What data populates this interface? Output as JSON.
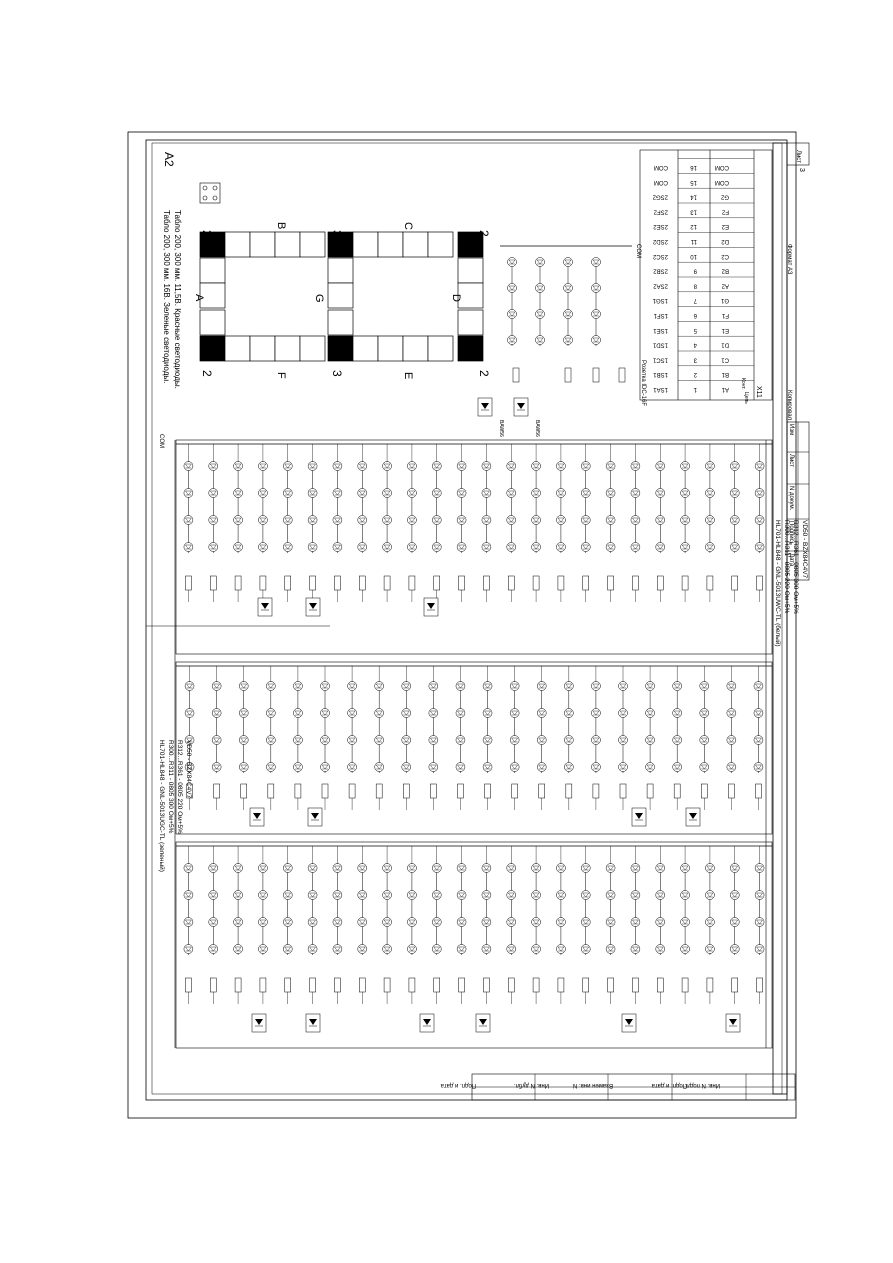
{
  "sheet": {
    "format_label": "A2",
    "page_label": "Лист",
    "page_number": "3",
    "format_note": "Формат A3",
    "copied_label": "Копировал",
    "title_cols": [
      "Изм",
      "Лист",
      "N докум.",
      "Подпись",
      "Дата"
    ],
    "side_stamp": [
      "Подп. и дата",
      "Инв. N дубл.",
      "Взамен инв. N",
      "Подп. и дата",
      "Инв. N подл."
    ]
  },
  "panel_notes": {
    "line1": "Табло 200, 300 мм. 16В. Зеленые светодиоды.",
    "line2": "Табло 200, 300 мм. 11,5В. Красные светодиоды."
  },
  "segment_labels": [
    "A",
    "B",
    "C",
    "D",
    "E",
    "F",
    "G"
  ],
  "digit_labels": [
    "2",
    "3",
    "2",
    "2",
    "3",
    "2"
  ],
  "legend": {
    "green": [
      "HL701-HL848 - GNL-5013UGC-TL (зеленый)",
      "R300...R311 - 0805 300 Ом+5%",
      "R312...R361 - 0805 220 Ом+5%",
      "VD50 - BZX84C4V7"
    ],
    "white": [
      "HL701-HL848 - GNL-5013UWC-TL (белый)",
      "R300...R311 - 0805 220 Ом+5%",
      "R312...R361 - 0805 300 Ом+5%",
      "VD50 - BZX84C4V7"
    ],
    "red": [
      "HL701-HL848 - GNL-5013SEC-TL (красный)",
      "R300...R311 - 0805 220 Ом+5%",
      "R312...R361 - 0805 300 Ом+5%",
      "VD50 - BZX84C4V7"
    ]
  },
  "connector": {
    "title": "X11",
    "rozetka": "Розетка IDC-16F",
    "col_chain": "Цепь",
    "col_contact": "Конт.",
    "rows": [
      [
        "A1",
        "1",
        "1SA1"
      ],
      [
        "B1",
        "2",
        "1SB1"
      ],
      [
        "C1",
        "3",
        "1SC1"
      ],
      [
        "D1",
        "4",
        "1SD1"
      ],
      [
        "E1",
        "5",
        "1SE1"
      ],
      [
        "F1",
        "6",
        "1SF1"
      ],
      [
        "G1",
        "7",
        "1SG1"
      ],
      [
        "A2",
        "8",
        "2SA2"
      ],
      [
        "B2",
        "9",
        "2SB2"
      ],
      [
        "C2",
        "10",
        "2SC2"
      ],
      [
        "D2",
        "11",
        "2SD2"
      ],
      [
        "E2",
        "12",
        "2SE2"
      ],
      [
        "F2",
        "13",
        "2SF2"
      ],
      [
        "G2",
        "14",
        "2SG2"
      ],
      [
        "COM",
        "15",
        "COM"
      ],
      [
        "COM",
        "16",
        "COM"
      ]
    ]
  },
  "bus_label": "COM",
  "diode_label": "BAW56"
}
